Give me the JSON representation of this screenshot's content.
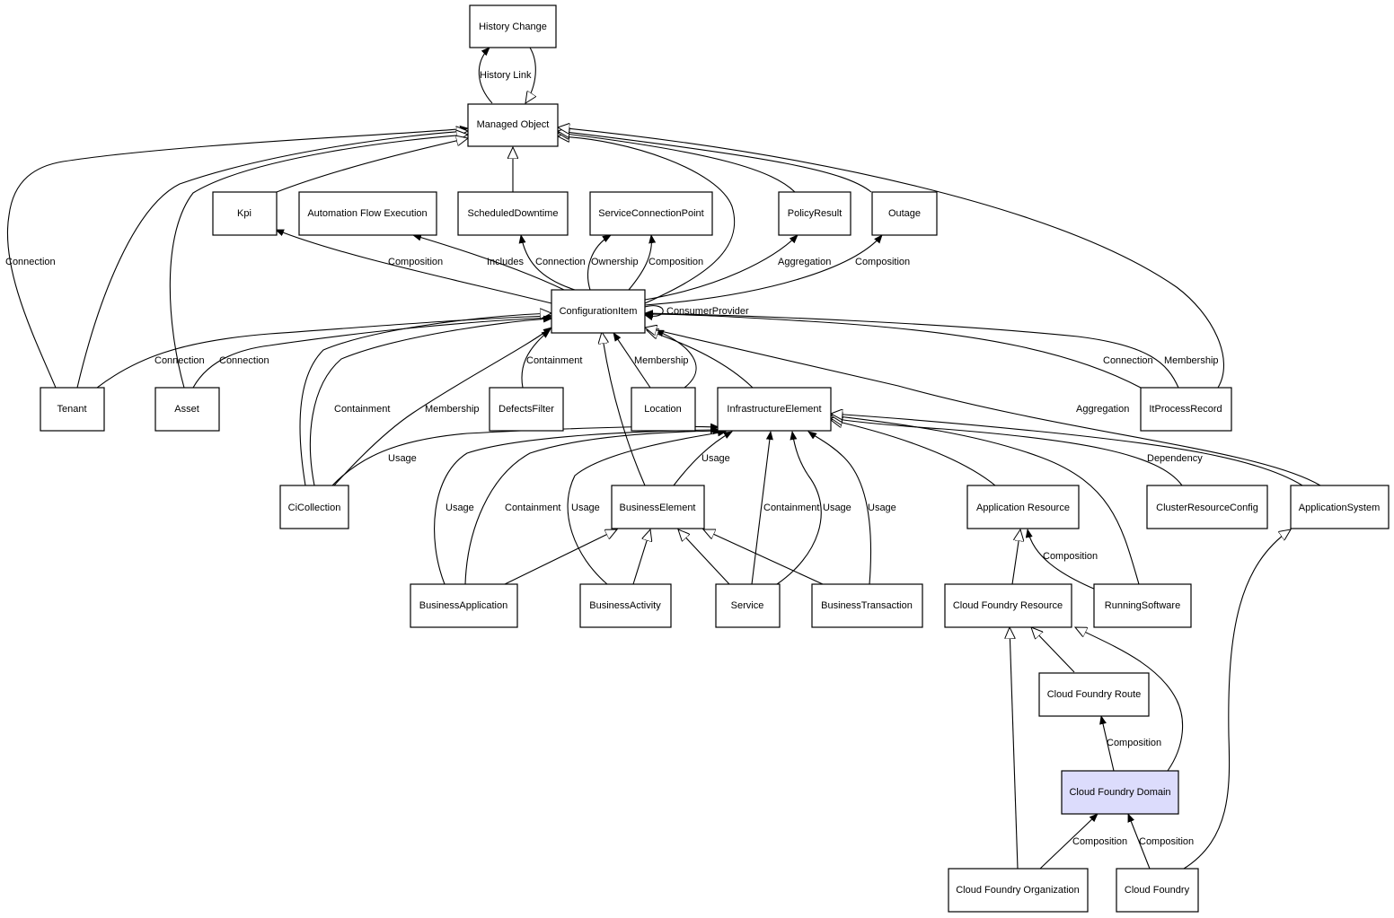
{
  "colors": {
    "highlight": "#dcdcfc",
    "stroke": "#000000",
    "background": "#ffffff"
  },
  "nodes": {
    "history_change": "History Change",
    "managed_object": "Managed Object",
    "kpi": "Kpi",
    "automation_flow_execution": "Automation Flow Execution",
    "scheduled_downtime": "ScheduledDowntime",
    "service_connection_point": "ServiceConnectionPoint",
    "policy_result": "PolicyResult",
    "outage": "Outage",
    "configuration_item": "ConfigurationItem",
    "tenant": "Tenant",
    "asset": "Asset",
    "defects_filter": "DefectsFilter",
    "location": "Location",
    "infrastructure_element": "InfrastructureElement",
    "it_process_record": "ItProcessRecord",
    "ci_collection": "CiCollection",
    "business_element": "BusinessElement",
    "application_resource": "Application Resource",
    "cluster_resource_config": "ClusterResourceConfig",
    "application_system": "ApplicationSystem",
    "business_application": "BusinessApplication",
    "business_activity": "BusinessActivity",
    "service": "Service",
    "business_transaction": "BusinessTransaction",
    "cloud_foundry_resource": "Cloud Foundry Resource",
    "running_software": "RunningSoftware",
    "cloud_foundry_route": "Cloud Foundry Route",
    "cloud_foundry_domain": "Cloud Foundry Domain",
    "cloud_foundry_organization": "Cloud Foundry Organization",
    "cloud_foundry": "Cloud Foundry"
  },
  "edge_labels": {
    "history_link": "History Link",
    "tenant_mo_connection": "Connection",
    "kpi_composition": "Composition",
    "afe_includes": "Includes",
    "sd_connection": "Connection",
    "scp_ownership": "Ownership",
    "scp_composition": "Composition",
    "pr_aggregation": "Aggregation",
    "outage_composition": "Composition",
    "consumer_provider": "ConsumerProvider",
    "tenant_connection": "Connection",
    "asset_connection": "Connection",
    "defects_containment": "Containment",
    "location_membership": "Membership",
    "itpr_connection": "Connection",
    "itpr_membership": "Membership",
    "as_aggregation": "Aggregation",
    "cic_containment": "Containment",
    "cic_membership": "Membership",
    "cic_usage": "Usage",
    "be_usage": "Usage",
    "ba_usage": "Usage",
    "ba_containment": "Containment",
    "bact_usage": "Usage",
    "svc_containment": "Containment",
    "svc_usage": "Usage",
    "bt_usage": "Usage",
    "dependency": "Dependency",
    "rs_composition": "Composition",
    "cfd_composition": "Composition",
    "cfo_composition": "Composition",
    "cf_composition": "Composition"
  }
}
